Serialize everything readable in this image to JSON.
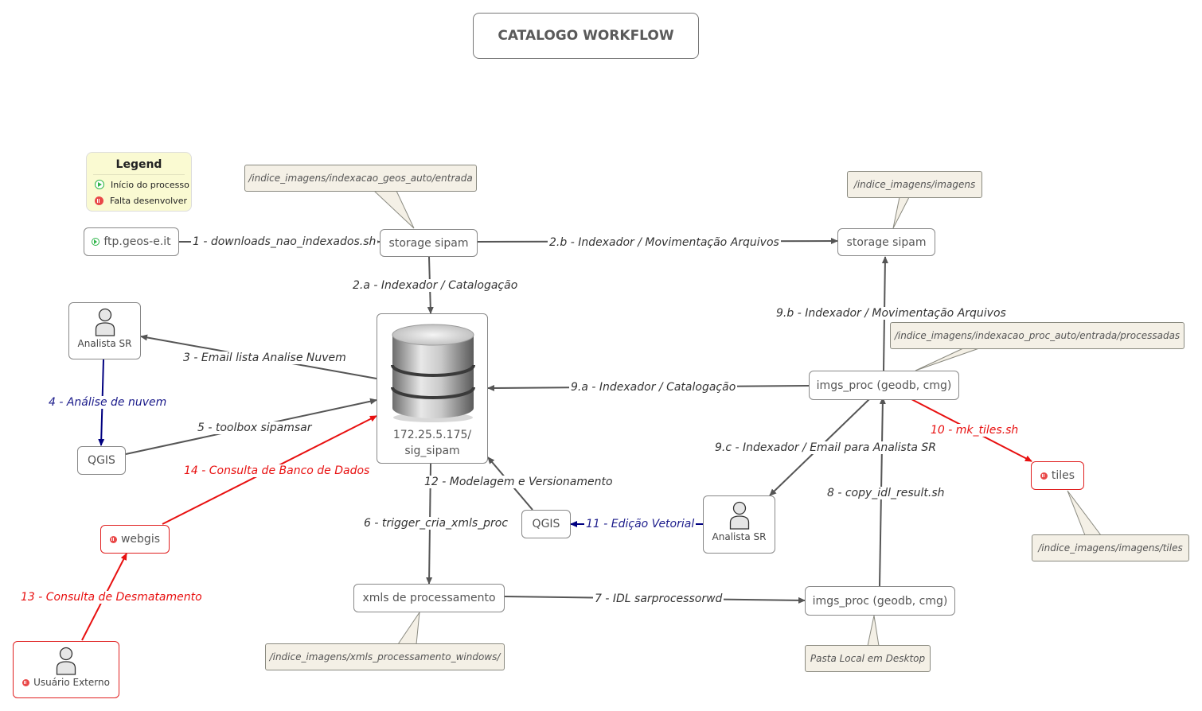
{
  "title": "CATALOGO WORKFLOW",
  "legend": {
    "title": "Legend",
    "items": [
      {
        "icon": "play-circle-icon",
        "label": "Início do processo",
        "color": "#2fb54a"
      },
      {
        "icon": "pause-circle-icon",
        "label": "Falta desenvolver",
        "color": "#e94848"
      }
    ]
  },
  "nodes": {
    "ftp": "ftp.geos-e.it",
    "storage1": "storage sipam",
    "storage2": "storage sipam",
    "db_line1": "172.25.5.175/",
    "db_line2": "sig_sipam",
    "analista1": "Analista SR",
    "qgis1": "QGIS",
    "webgis": "webgis",
    "usuario": "Usuário Externo",
    "xmls": "xmls de processamento",
    "qgis2": "QGIS",
    "analista2": "Analista SR",
    "imgs_proc_top": "imgs_proc (geodb, cmg)",
    "imgs_proc_bottom": "imgs_proc (geodb, cmg)",
    "tiles": "tiles"
  },
  "notes": {
    "entrada": "/indice_imagens/indexacao_geos_auto/entrada",
    "imagens": "/indice_imagens/imagens",
    "processadas": "/indice_imagens/indexacao_proc_auto/entrada/processadas",
    "tiles": "/indice_imagens/imagens/tiles",
    "xmls": "/indice_imagens/xmls_processamento_windows/",
    "local": "Pasta Local em Desktop"
  },
  "edges": {
    "e1": "1 - downloads_nao_indexados.sh",
    "e2a": "2.a - Indexador / Catalogação",
    "e2b": "2.b - Indexador / Movimentação Arquivos",
    "e3": "3 - Email lista Analise Nuvem",
    "e4": "4 - Análise de nuvem",
    "e5": "5 - toolbox sipamsar",
    "e6": "6 - trigger_cria_xmls_proc",
    "e7": "7 - IDL sarprocessorwd",
    "e8": "8 - copy_idl_result.sh",
    "e9a": "9.a - Indexador / Catalogação",
    "e9b": "9.b - Indexador / Movimentação Arquivos",
    "e9c": "9.c - Indexador / Email para Analista SR",
    "e10": "10 - mk_tiles.sh",
    "e11": "11 - Edição Vetorial",
    "e12": "12 - Modelagem e Versionamento",
    "e13": "13 - Consulta de Desmatamento",
    "e14": "14 - Consulta de Banco de Dados"
  },
  "colors": {
    "edge": "#555555",
    "red": "#e81010",
    "blue": "#000080",
    "note_bg": "#f4f0e6",
    "legend_bg": "#fafad2"
  }
}
